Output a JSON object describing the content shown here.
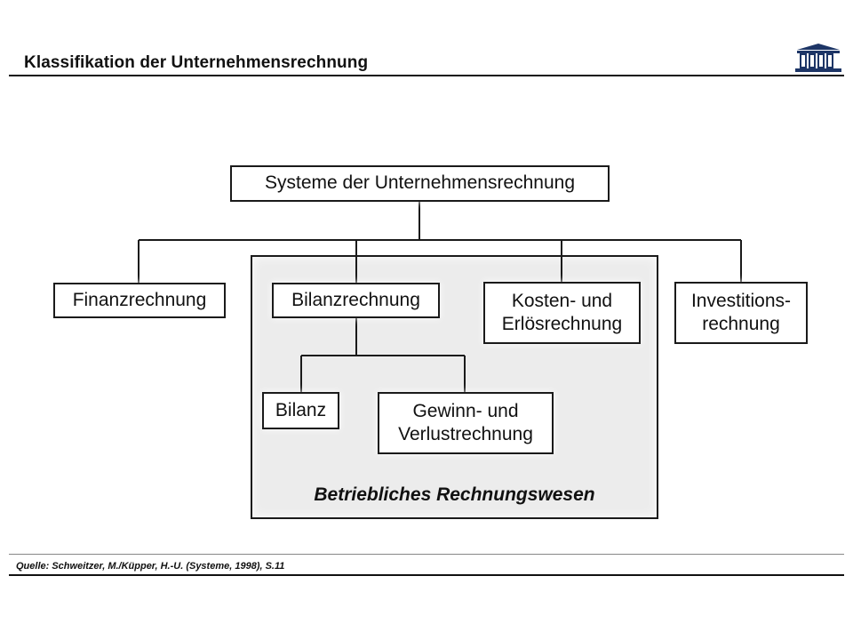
{
  "header": {
    "title": "Klassifikation der Unternehmensrechnung",
    "logo_icon": "institution-building-icon"
  },
  "diagram": {
    "root": "Systeme der Unternehmensrechnung",
    "branches": {
      "finanz": "Finanzrechnung",
      "bilanzrechnung": "Bilanzrechnung",
      "kosten": "Kosten- und\nErlösrechnung",
      "investition": "Investitions-\nrechnung"
    },
    "sub_branches": {
      "bilanz": "Bilanz",
      "gewinn": "Gewinn- und\nVerlustrechnung"
    },
    "region_label": "Betriebliches Rechnungswesen"
  },
  "footer": {
    "source": "Quelle: Schweitzer, M./Küpper, H.-U. (Systeme, 1998), S.11"
  }
}
